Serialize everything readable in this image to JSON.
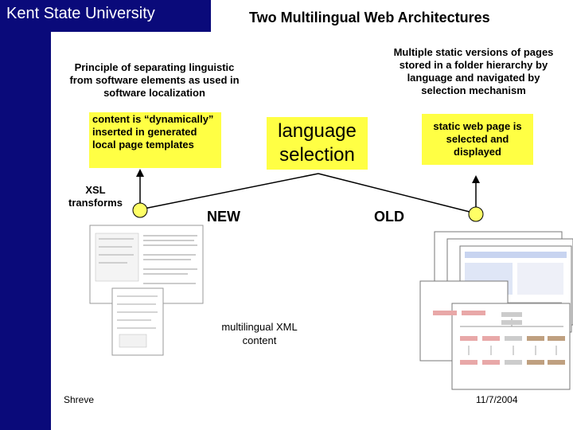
{
  "header": {
    "university": "Kent State University",
    "slide_title": "Two Multilingual Web Architectures"
  },
  "left": {
    "principle": "Principle of separating linguistic from software elements as used in software localization",
    "content_inserted": "content is “dynamically” inserted in generated local page templates",
    "xsl": "XSL transforms",
    "new_label": "NEW"
  },
  "center": {
    "language_selection": "language selection",
    "multilingual_xml": "multilingual XML content"
  },
  "right": {
    "static_versions": "Multiple static versions of pages stored in a folder hierarchy by language and navigated by selection mechanism",
    "static_selected": "static web page is selected and displayed",
    "old_label": "OLD"
  },
  "footer": {
    "author": "Shreve",
    "date": "11/7/2004"
  },
  "colors": {
    "header_bg": "#0a0a7a",
    "highlight_box": "#ffff44",
    "node_fill": "#ffff66"
  }
}
